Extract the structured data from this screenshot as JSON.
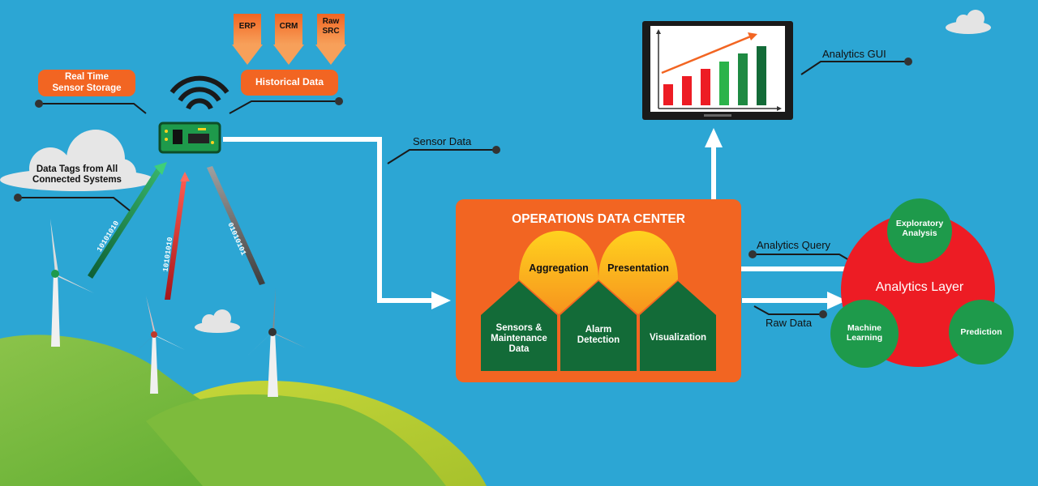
{
  "sources": {
    "erp": "ERP",
    "crm": "CRM",
    "raw_src_1": "Raw",
    "raw_src_2": "SRC"
  },
  "historical_data": "Historical Data",
  "real_time_storage_1": "Real Time",
  "real_time_storage_2": "Sensor Storage",
  "data_tags_1": "Data Tags from All",
  "data_tags_2": "Connected Systems",
  "binary_1": "10101010",
  "binary_2": "10101010",
  "binary_3": "01010101",
  "sensor_data": "Sensor Data",
  "ops_center": {
    "title": "OPERATIONS DATA CENTER",
    "aggregation": "Aggregation",
    "presentation": "Presentation",
    "sensors_1": "Sensors &",
    "sensors_2": "Maintenance",
    "sensors_3": "Data",
    "alarm_1": "Alarm",
    "alarm_2": "Detection",
    "visualization": "Visualization"
  },
  "analytics_gui": "Analytics GUI",
  "analytics_query": "Analytics Query",
  "raw_data": "Raw Data",
  "analytics_layer": {
    "title": "Analytics Layer",
    "exploratory_1": "Exploratory",
    "exploratory_2": "Analysis",
    "machine_1": "Machine",
    "machine_2": "Learning",
    "prediction": "Prediction"
  },
  "colors": {
    "sky": "#2ca6d4",
    "orange": "#f26522",
    "red": "#ed1c24",
    "green": "#1e9a4b",
    "dark_green": "#136b38"
  }
}
